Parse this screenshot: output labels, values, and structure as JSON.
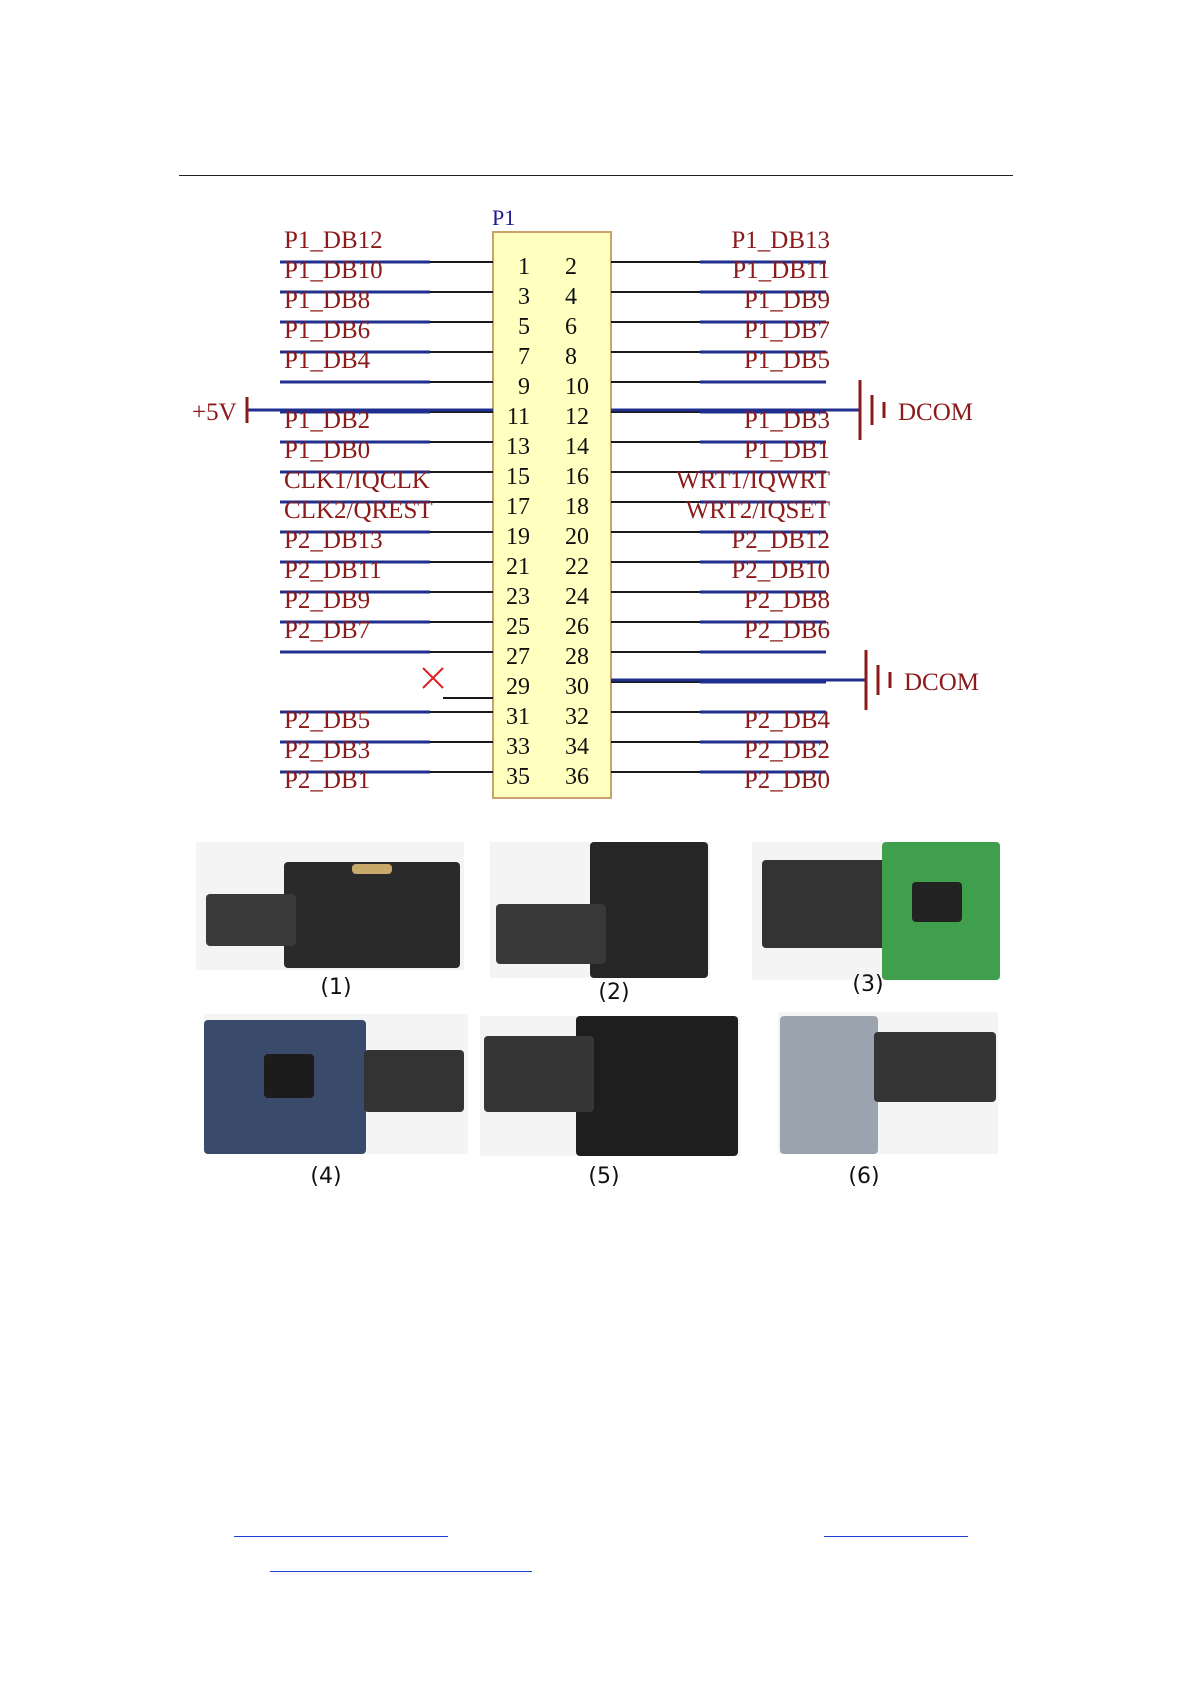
{
  "schematic": {
    "ref": "P1",
    "left_labels": [
      "P1_DB12",
      "P1_DB10",
      "P1_DB8",
      "P1_DB6",
      "P1_DB4",
      "",
      "P1_DB2",
      "P1_DB0",
      "CLK1/IQCLK",
      "CLK2/QREST",
      "P2_DB13",
      "P2_DB11",
      "P2_DB9",
      "P2_DB7",
      "",
      "",
      "P2_DB5",
      "P2_DB3",
      "P2_DB1"
    ],
    "right_labels": [
      "P1_DB13",
      "P1_DB11",
      "P1_DB9",
      "P1_DB7",
      "P1_DB5",
      "",
      "P1_DB3",
      "P1_DB1",
      "WRT1/IQWRT",
      "WRT2/IQSET",
      "P2_DB12",
      "P2_DB10",
      "P2_DB8",
      "P2_DB6",
      "",
      "",
      "P2_DB4",
      "P2_DB2",
      "P2_DB0"
    ],
    "left_pins": [
      "1",
      "3",
      "5",
      "7",
      "9",
      "11",
      "13",
      "15",
      "17",
      "19",
      "21",
      "23",
      "25",
      "27",
      "29",
      "31",
      "33",
      "35"
    ],
    "right_pins": [
      "2",
      "4",
      "6",
      "8",
      "10",
      "12",
      "14",
      "16",
      "18",
      "20",
      "22",
      "24",
      "26",
      "28",
      "30",
      "32",
      "34",
      "36"
    ],
    "power_label": "+5V",
    "ground_label_1": "DCOM",
    "ground_label_2": "DCOM"
  },
  "captions": [
    "(1)",
    "(2)",
    "(3)",
    "(4)",
    "(5)",
    "(6)"
  ]
}
